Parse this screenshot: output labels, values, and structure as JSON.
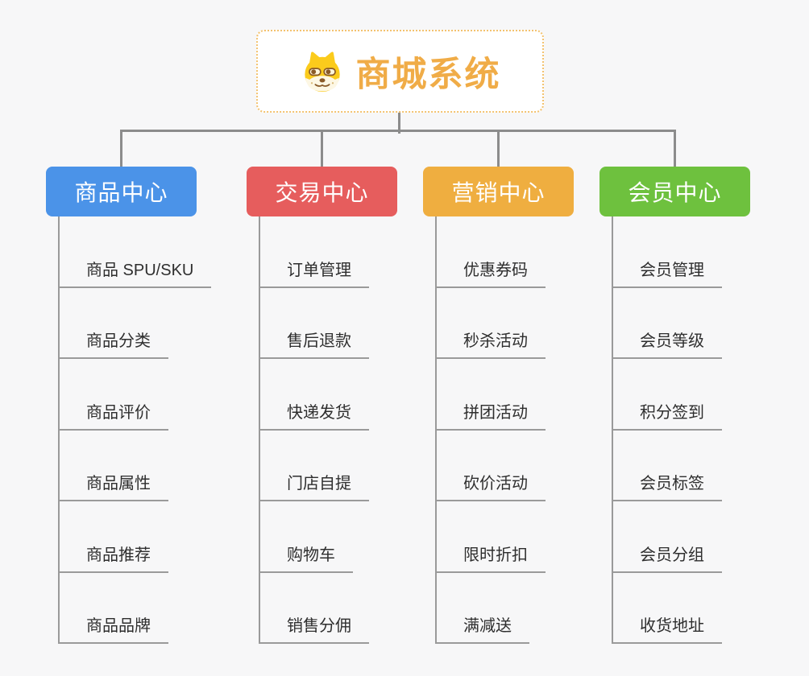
{
  "root": {
    "title": "商城系统",
    "icon": "shiba-dog-icon",
    "title_color": "#F0AC47",
    "border_color": "#F3C26F",
    "background": "#FFFFFF"
  },
  "branches": [
    {
      "id": "product-center",
      "label": "商品中心",
      "color": "#4B93E8",
      "items": [
        "商品 SPU/SKU",
        "商品分类",
        "商品评价",
        "商品属性",
        "商品推荐",
        "商品品牌"
      ]
    },
    {
      "id": "trade-center",
      "label": "交易中心",
      "color": "#E65D5D",
      "items": [
        "订单管理",
        "售后退款",
        "快递发货",
        "门店自提",
        "购物车",
        "销售分佣"
      ]
    },
    {
      "id": "marketing-center",
      "label": "营销中心",
      "color": "#EFAE40",
      "items": [
        "优惠券码",
        "秒杀活动",
        "拼团活动",
        "砍价活动",
        "限时折扣",
        "满减送"
      ]
    },
    {
      "id": "member-center",
      "label": "会员中心",
      "color": "#6EC13E",
      "items": [
        "会员管理",
        "会员等级",
        "积分签到",
        "会员标签",
        "会员分组",
        "收货地址"
      ]
    }
  ],
  "style": {
    "connector_color": "#8C8C8C",
    "leaf_text_color": "#2E2E2E",
    "leaf_line_color": "#9A9A9A",
    "background": "#F7F7F8"
  }
}
